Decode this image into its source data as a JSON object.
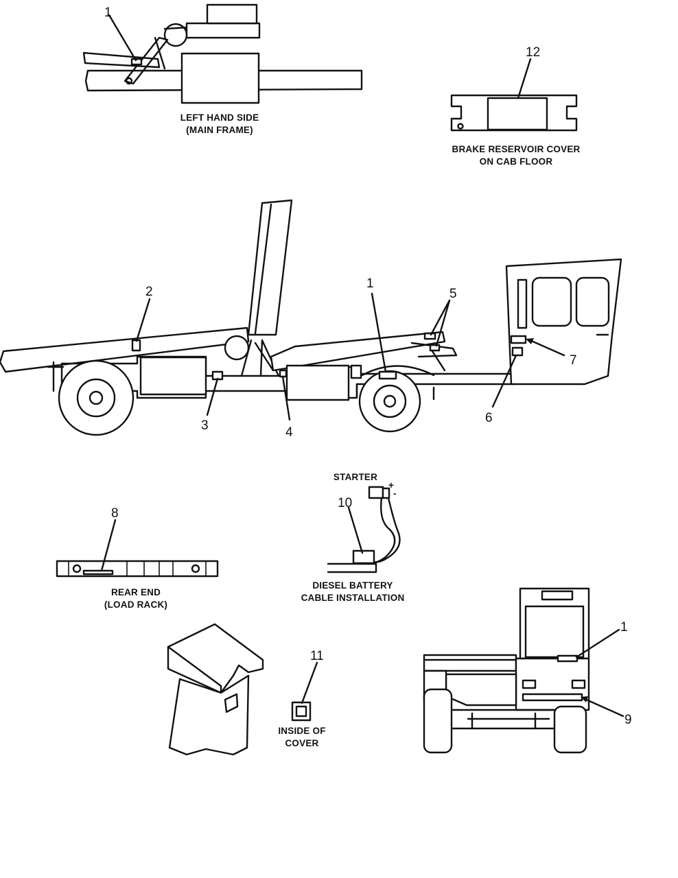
{
  "captions": {
    "left_hand_side": "LEFT HAND SIDE",
    "main_frame": "(MAIN FRAME)",
    "brake_reservoir_1": "BRAKE RESERVOIR COVER",
    "brake_reservoir_2": "ON CAB FLOOR",
    "starter": "STARTER",
    "rear_end": "REAR END",
    "load_rack": "(LOAD RACK)",
    "diesel_battery_1": "DIESEL BATTERY",
    "diesel_battery_2": "CABLE INSTALLATION",
    "inside_of": "INSIDE OF",
    "cover": "COVER",
    "plus": "+",
    "minus": "-"
  },
  "callouts": {
    "c1_top": "1",
    "c12": "12",
    "c2": "2",
    "c1_mid": "1",
    "c5": "5",
    "c7": "7",
    "c3": "3",
    "c4": "4",
    "c6": "6",
    "c10": "10",
    "c8": "8",
    "c11": "11",
    "c1_front": "1",
    "c9": "9"
  }
}
